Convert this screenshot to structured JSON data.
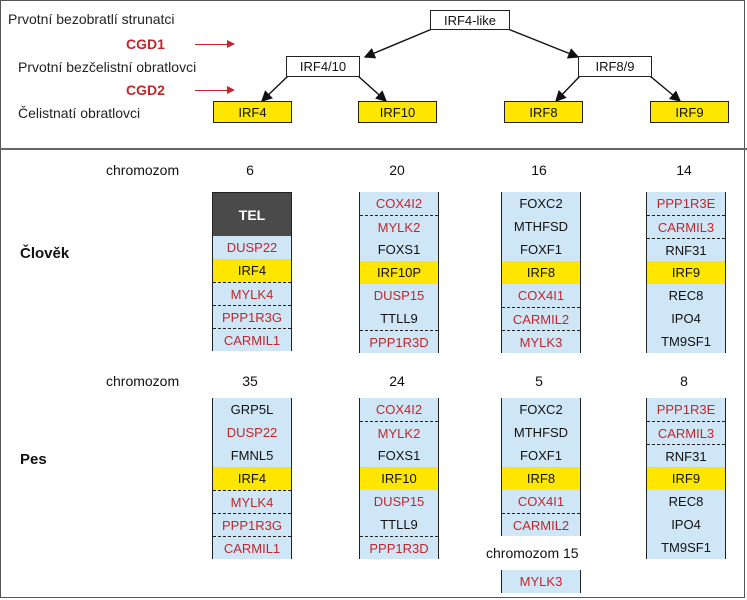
{
  "levels": {
    "invertebrates": "Prvotní bezobratlí strunatci",
    "jawless": "Prvotní bezčelistní obratlovci",
    "jawed": "Čelistnatí obratlovci"
  },
  "events": {
    "cgd1": "CGD1",
    "cgd2": "CGD2"
  },
  "tree": {
    "root": "IRF4-like",
    "mid_left": "IRF4/10",
    "mid_right": "IRF8/9",
    "leaves": [
      "IRF4",
      "IRF10",
      "IRF8",
      "IRF9"
    ]
  },
  "chromosome_label": "chromozom",
  "species": {
    "human": "Člověk",
    "dog": "Pes"
  },
  "human_chromosomes": [
    "6",
    "20",
    "16",
    "14"
  ],
  "dog_chromosomes": [
    "35",
    "24",
    "5",
    "8"
  ],
  "dog_extra": {
    "label": "chromozom 15",
    "gene": "MYLK3"
  },
  "human_columns": [
    [
      {
        "name": "TEL",
        "type": "tel"
      },
      {
        "name": "DUSP22",
        "color": "red"
      },
      {
        "name": "IRF4",
        "color": "black",
        "highlight": true
      },
      {
        "name": "MYLK4",
        "color": "red",
        "dash": true
      },
      {
        "name": "PPP1R3G",
        "color": "red",
        "dash": true
      },
      {
        "name": "CARMIL1",
        "color": "red",
        "dash": true
      }
    ],
    [
      {
        "name": "COX4I2",
        "color": "red"
      },
      {
        "name": "MYLK2",
        "color": "red",
        "dash": true
      },
      {
        "name": "FOXS1",
        "color": "black"
      },
      {
        "name": "IRF10P",
        "color": "black",
        "highlight": true
      },
      {
        "name": "DUSP15",
        "color": "red"
      },
      {
        "name": "TTLL9",
        "color": "black"
      },
      {
        "name": "PPP1R3D",
        "color": "red",
        "dash": true
      }
    ],
    [
      {
        "name": "FOXC2",
        "color": "black"
      },
      {
        "name": "MTHFSD",
        "color": "black"
      },
      {
        "name": "FOXF1",
        "color": "black"
      },
      {
        "name": "IRF8",
        "color": "black",
        "highlight": true
      },
      {
        "name": "COX4I1",
        "color": "red"
      },
      {
        "name": "CARMIL2",
        "color": "red",
        "dash": true
      },
      {
        "name": "MYLK3",
        "color": "red",
        "dash": true
      }
    ],
    [
      {
        "name": "PPP1R3E",
        "color": "red"
      },
      {
        "name": "CARMIL3",
        "color": "red",
        "dash": true
      },
      {
        "name": "RNF31",
        "color": "black",
        "dash": true
      },
      {
        "name": "IRF9",
        "color": "black",
        "highlight": true
      },
      {
        "name": "REC8",
        "color": "black"
      },
      {
        "name": "IPO4",
        "color": "black"
      },
      {
        "name": "TM9SF1",
        "color": "black"
      }
    ]
  ],
  "dog_columns": [
    [
      {
        "name": "GRP5L",
        "color": "black"
      },
      {
        "name": "DUSP22",
        "color": "red"
      },
      {
        "name": "FMNL5",
        "color": "black"
      },
      {
        "name": "IRF4",
        "color": "black",
        "highlight": true
      },
      {
        "name": "MYLK4",
        "color": "red",
        "dash": true
      },
      {
        "name": "PPP1R3G",
        "color": "red",
        "dash": true
      },
      {
        "name": "CARMIL1",
        "color": "red",
        "dash": true
      }
    ],
    [
      {
        "name": "COX4I2",
        "color": "red"
      },
      {
        "name": "MYLK2",
        "color": "red",
        "dash": true
      },
      {
        "name": "FOXS1",
        "color": "black"
      },
      {
        "name": "IRF10",
        "color": "black",
        "highlight": true
      },
      {
        "name": "DUSP15",
        "color": "red"
      },
      {
        "name": "TTLL9",
        "color": "black"
      },
      {
        "name": "PPP1R3D",
        "color": "red",
        "dash": true
      }
    ],
    [
      {
        "name": "FOXC2",
        "color": "black"
      },
      {
        "name": "MTHFSD",
        "color": "black"
      },
      {
        "name": "FOXF1",
        "color": "black"
      },
      {
        "name": "IRF8",
        "color": "black",
        "highlight": true
      },
      {
        "name": "COX4I1",
        "color": "red"
      },
      {
        "name": "CARMIL2",
        "color": "red",
        "dash": true
      }
    ],
    [
      {
        "name": "PPP1R3E",
        "color": "red"
      },
      {
        "name": "CARMIL3",
        "color": "red",
        "dash": true
      },
      {
        "name": "RNF31",
        "color": "black",
        "dash": true
      },
      {
        "name": "IRF9",
        "color": "black",
        "highlight": true
      },
      {
        "name": "REC8",
        "color": "black"
      },
      {
        "name": "IPO4",
        "color": "black"
      },
      {
        "name": "TM9SF1",
        "color": "black"
      }
    ]
  ],
  "colors": {
    "red": "#c0272d",
    "yellow": "#ffe600",
    "blue": "#cfe6f6",
    "tel": "#4a4a4a"
  }
}
